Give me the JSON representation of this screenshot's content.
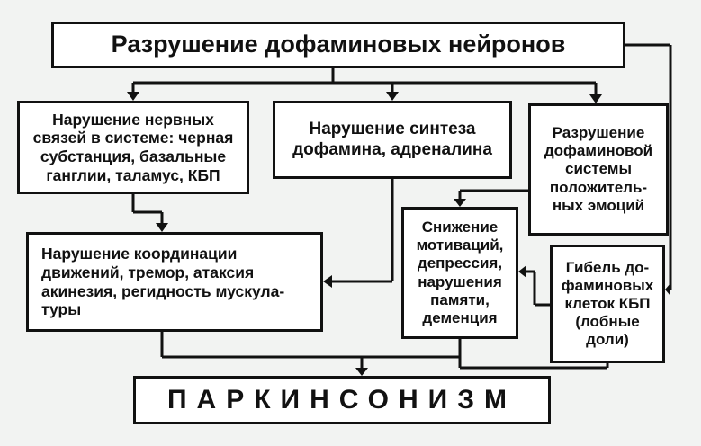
{
  "diagram": {
    "top_box": "Разрушение дофаминовых  нейронов",
    "nerves_box": "Нарушение нервных\nсвязей в системе: черная\nсубстанция, базальные\nганглии, таламус, КБП",
    "synthesis_box": "Нарушение синтеза\nдофамина, адреналина",
    "emotions_box": "Разрушение\nдофаминовой\nсистемы\nположитель-\nных эмоций",
    "coordination_box": "Нарушение координации\nдвижений, тремор, атаксия\nакинезия, регидность мускула-\nтуры",
    "motivation_box": "Снижение\nмотиваций,\nдепрессия,\nнарушения\nпамяти,\nдеменция",
    "cell_death_box": "Гибель до-\nфаминовых\nклеток КБП\n(лобные\nдоли)",
    "result_box": "ПАРКИНСОНИЗМ"
  }
}
